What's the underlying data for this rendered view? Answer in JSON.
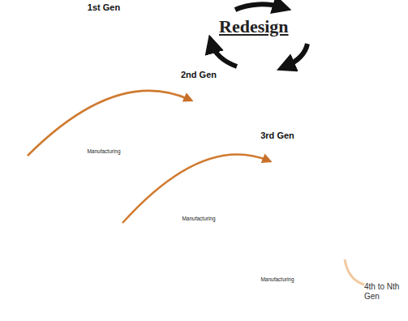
{
  "diagram": {
    "nodes": [
      {
        "text": [
          "1st Gen",
          "Manufacturing"
        ]
      },
      {
        "text": [
          "2nd Gen",
          "Manufacturing"
        ]
      },
      {
        "text": [
          "3rd Gen",
          "Manufacturing"
        ]
      },
      {
        "text": [
          "4th to Nth Gen"
        ]
      }
    ],
    "edges": [
      {
        "from": 0,
        "to": 1,
        "arrow": "to"
      },
      {
        "from": 1,
        "to": 2,
        "arrow": "to"
      },
      {
        "from": 2,
        "to": 3,
        "arrow": "none"
      }
    ],
    "labels": [
      "Redesign"
    ]
  }
}
